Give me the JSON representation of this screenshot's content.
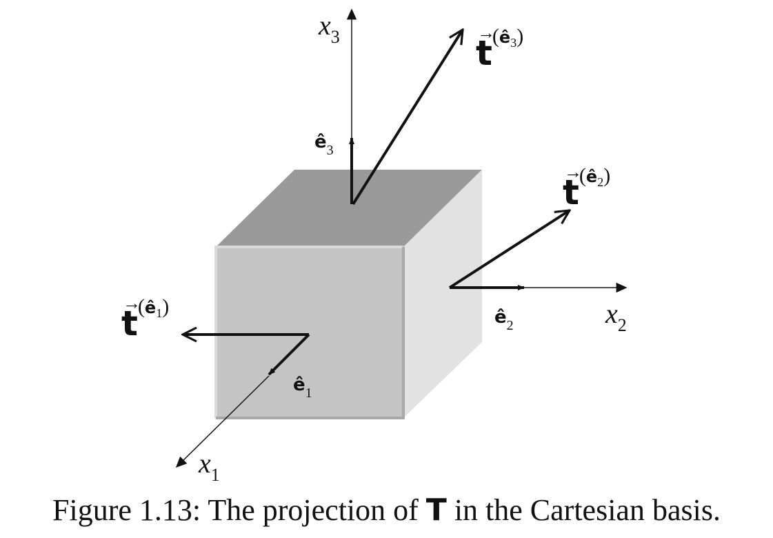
{
  "figure": {
    "axis_x1": {
      "var": "x",
      "sub": "1"
    },
    "axis_x2": {
      "var": "x",
      "sub": "2"
    },
    "axis_x3": {
      "var": "x",
      "sub": "3"
    },
    "basis_e1": {
      "base": "ê",
      "sub": "1"
    },
    "basis_e2": {
      "base": "ê",
      "sub": "2"
    },
    "basis_e3": {
      "base": "ê",
      "sub": "3"
    },
    "traction_t1": {
      "base": "t",
      "arrow": "→",
      "open": "(",
      "sup": "ê",
      "sub": "1",
      "close": ")"
    },
    "traction_t2": {
      "base": "t",
      "arrow": "→",
      "open": "(",
      "sup": "ê",
      "sub": "2",
      "close": ")"
    },
    "traction_t3": {
      "base": "t",
      "arrow": "→",
      "open": "(",
      "sup": "ê",
      "sub": "3",
      "close": ")"
    },
    "colors": {
      "cube_top": "#999999",
      "cube_front": "#c4c4c4",
      "cube_side": "#e2e2e2",
      "ink": "#111111"
    }
  },
  "caption": {
    "prefix": "Figure 1.13: The projection of",
    "tensor": "T",
    "suffix": "in the Cartesian basis."
  }
}
